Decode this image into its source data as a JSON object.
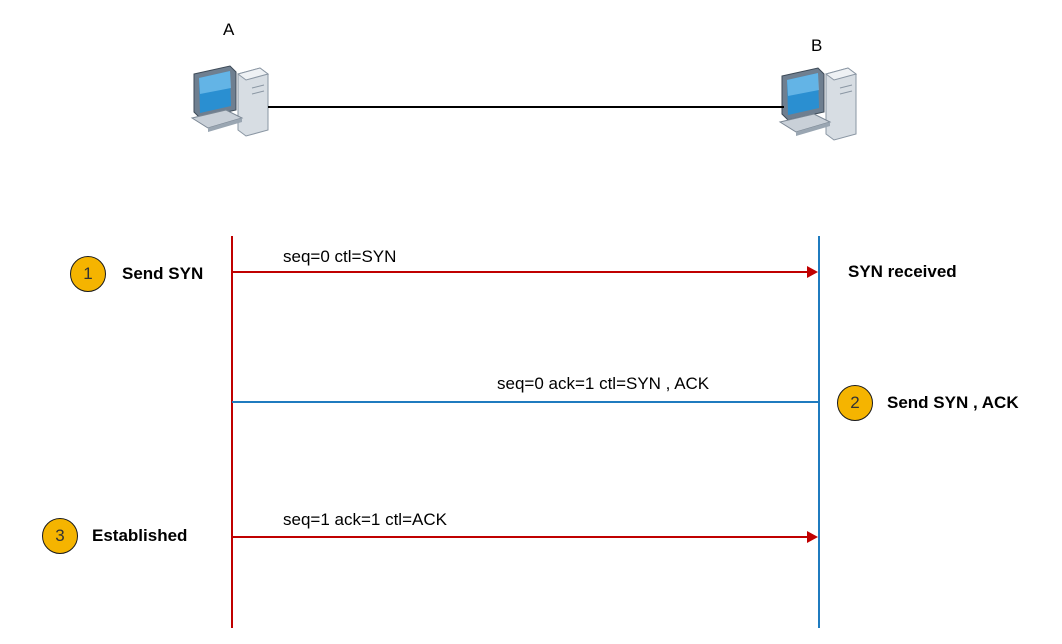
{
  "hosts": {
    "a": {
      "label": "A"
    },
    "b": {
      "label": "B"
    }
  },
  "steps": [
    {
      "number": "1",
      "label": "Send SYN"
    },
    {
      "number": "2",
      "label": "Send SYN , ACK"
    },
    {
      "number": "3",
      "label": "Established"
    }
  ],
  "events": {
    "b_syn_received": "SYN received"
  },
  "messages": [
    {
      "text": "seq=0   ctl=SYN",
      "direction": "A-to-B"
    },
    {
      "text": "seq=0   ack=1   ctl=SYN , ACK",
      "direction": "B-to-A"
    },
    {
      "text": "seq=1   ack=1   ctl=ACK",
      "direction": "A-to-B"
    }
  ],
  "colors": {
    "host_a_timeline": "#c00000",
    "host_b_timeline": "#1f7bbf",
    "a_to_b_arrow": "#c00000",
    "b_to_a_arrow": "#1f7bbf",
    "step_badge": "#f5b400"
  },
  "icons": {
    "host_a": "desktop-computer-icon",
    "host_b": "desktop-computer-icon"
  }
}
